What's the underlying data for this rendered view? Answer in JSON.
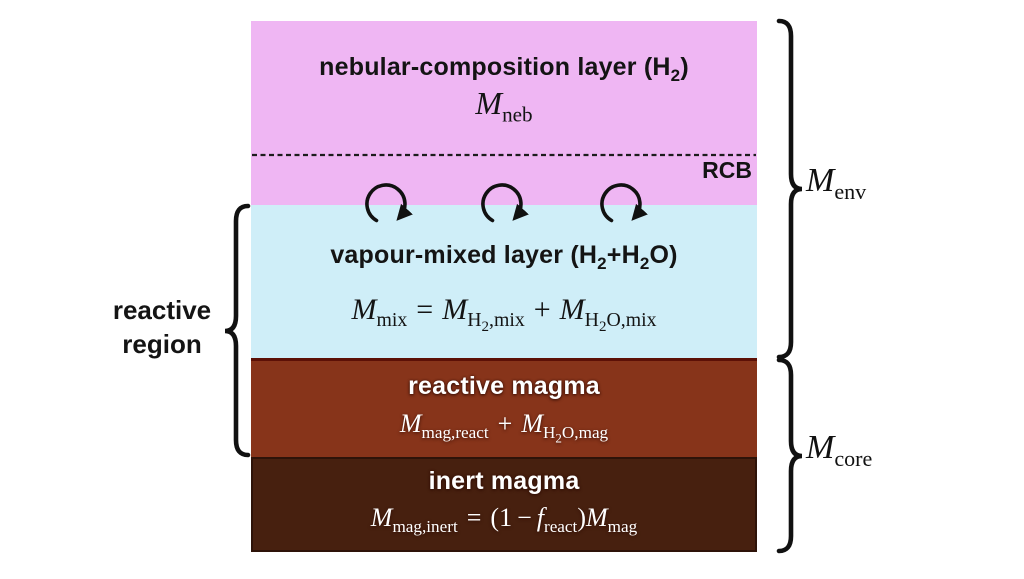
{
  "colors": {
    "nebular_layer": "#efb6f3",
    "vapour_layer": "#cfeef8",
    "reactive_magma": "#87341a",
    "inert_magma": "#47200f",
    "line_color": "#111111"
  },
  "diagram": {
    "nebular_layer": {
      "title_prefix": "nebular-composition layer (H",
      "title_sub": "2",
      "title_suffix": ")",
      "mass": {
        "m": "M",
        "sub": "neb"
      },
      "rcb_label": "RCB"
    },
    "vapour_layer": {
      "title_prefix": "vapour-mixed layer (H",
      "title_sub1": "2",
      "title_mid": "+H",
      "title_sub2": "2",
      "title_suffix": "O)",
      "equation": {
        "lhs_m": "M",
        "lhs_sub": "mix",
        "equals": "=",
        "t1_m": "M",
        "t1_sub_base": "H",
        "t1_sub_num": "2",
        "t1_sub_rest": ",mix",
        "plus": "+",
        "t2_m": "M",
        "t2_sub_base": "H",
        "t2_sub_num": "2",
        "t2_sub_rest": "O,mix"
      }
    },
    "reactive_magma_layer": {
      "title": "reactive magma",
      "equation": {
        "t1_m": "M",
        "t1_sub": "mag,react",
        "plus": "+",
        "t2_m": "M",
        "t2_sub_base": "H",
        "t2_sub_num": "2",
        "t2_sub_rest": "O,mag"
      }
    },
    "inert_magma_layer": {
      "title": "inert magma",
      "equation": {
        "lhs_m": "M",
        "lhs_sub": "mag,inert",
        "equals": "=",
        "open_paren": "(",
        "one": "1",
        "minus": "−",
        "f": "f",
        "f_sub": "react",
        "close_paren": ")",
        "m2": "M",
        "m2_sub": "mag"
      }
    },
    "reactive_region_label": {
      "line1": "reactive",
      "line2": "region"
    },
    "env_mass": {
      "m": "M",
      "sub": "env"
    },
    "core_mass": {
      "m": "M",
      "sub": "core"
    }
  }
}
